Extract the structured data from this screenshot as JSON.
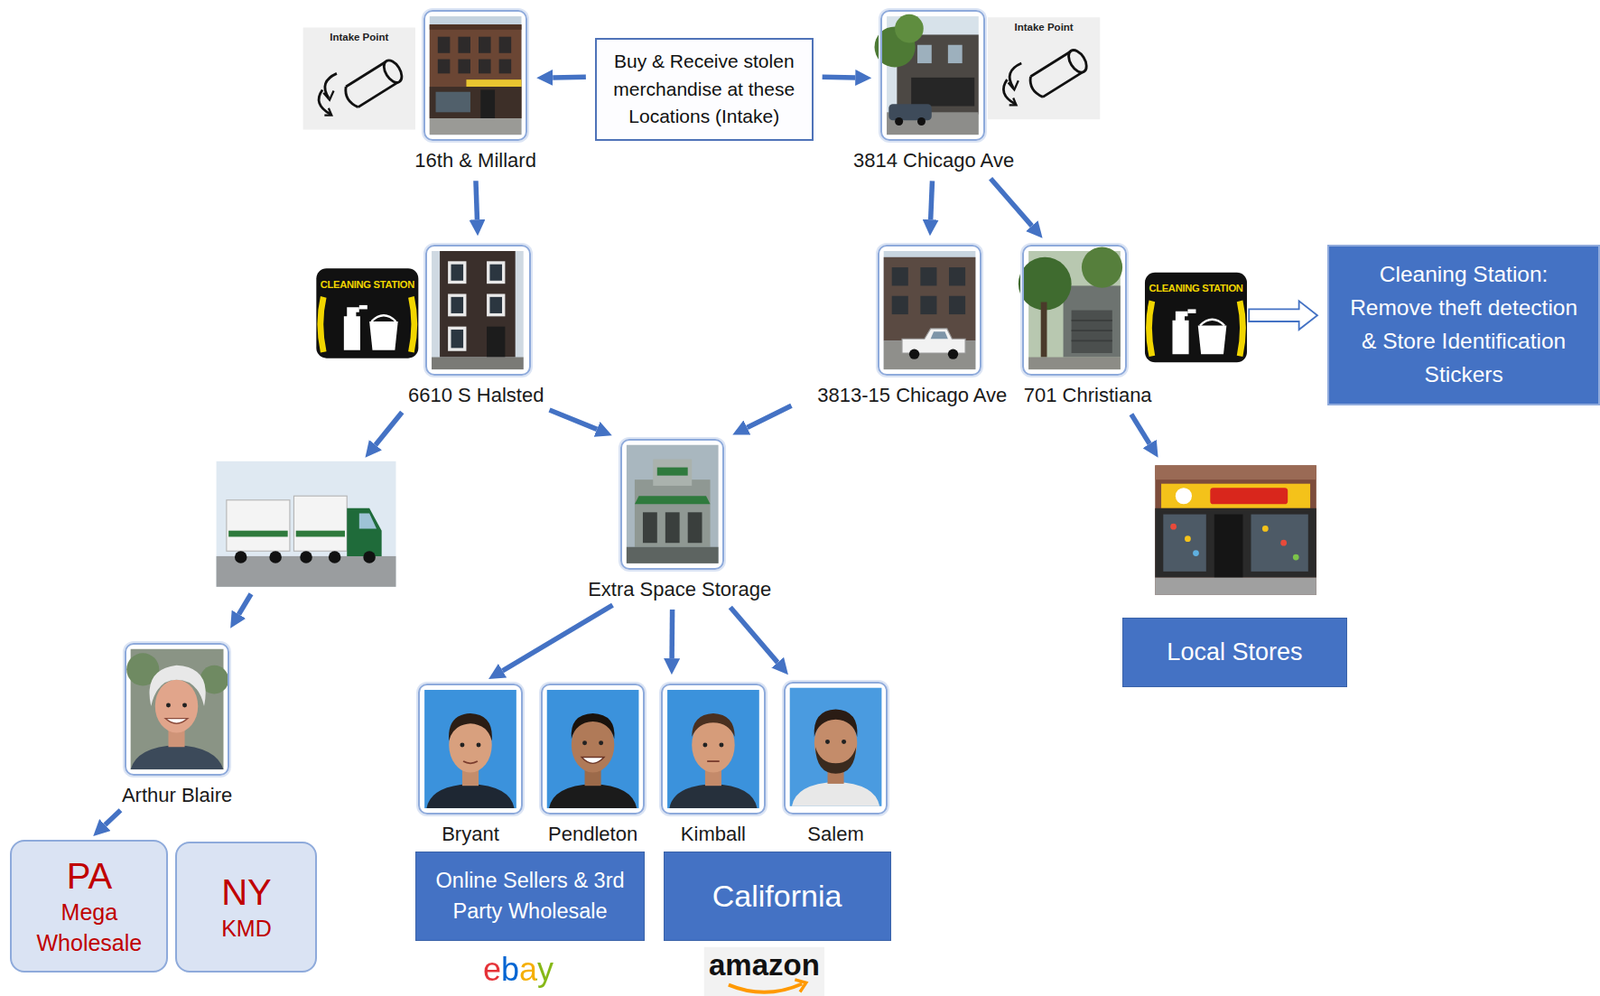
{
  "diagram": {
    "nodes": [
      {
        "text": [
          "16th & Millard"
        ]
      },
      {
        "text": [
          "Buy & Receive stolen merchandise at these Locations (Intake)"
        ]
      },
      {
        "text": [
          "3814 Chicago Ave"
        ]
      },
      {
        "text": [
          "6610 S Halsted"
        ]
      },
      {
        "text": [
          "3813-15 Chicago Ave"
        ]
      },
      {
        "text": [
          "701 Christiana"
        ]
      },
      {
        "text": [
          "Cleaning Station: Remove theft detection & Store Identification Stickers"
        ]
      },
      {
        "text": [
          "Extra Space Storage"
        ]
      },
      {
        "text": [
          "Local Stores"
        ]
      },
      {
        "text": [
          "Arthur Blaire"
        ]
      },
      {
        "text": [
          "Bryant"
        ]
      },
      {
        "text": [
          "Pendleton"
        ]
      },
      {
        "text": [
          "Kimball"
        ]
      },
      {
        "text": [
          "Salem"
        ]
      },
      {
        "text": [
          "Online Sellers & 3rd Party Wholesale"
        ]
      },
      {
        "text": [
          "California"
        ]
      },
      {
        "text": [
          "PA",
          "Mega Wholesale"
        ]
      },
      {
        "text": [
          "NY",
          "KMD"
        ]
      }
    ],
    "edges": [
      {
        "from": 1,
        "to": 0,
        "arrow": "to"
      },
      {
        "from": 1,
        "to": 2,
        "arrow": "to"
      },
      {
        "from": 0,
        "to": 3,
        "arrow": "to"
      },
      {
        "from": 2,
        "to": 4,
        "arrow": "to"
      },
      {
        "from": 2,
        "to": 5,
        "arrow": "to"
      },
      {
        "from": 3,
        "to": 7,
        "arrow": "to"
      },
      {
        "from": 4,
        "to": 7,
        "arrow": "to"
      },
      {
        "from": 5,
        "to": 8,
        "arrow": "to"
      },
      {
        "from": 7,
        "to": 10,
        "arrow": "to"
      },
      {
        "from": 7,
        "to": 12,
        "arrow": "to"
      },
      {
        "from": 7,
        "to": 13,
        "arrow": "to"
      },
      {
        "from": 9,
        "to": 16,
        "arrow": "to"
      }
    ],
    "labels": [
      "Intake Point",
      "Intake Point",
      "CLEANING STATION",
      "CLEANING STATION",
      "ebay",
      "amazon"
    ]
  }
}
